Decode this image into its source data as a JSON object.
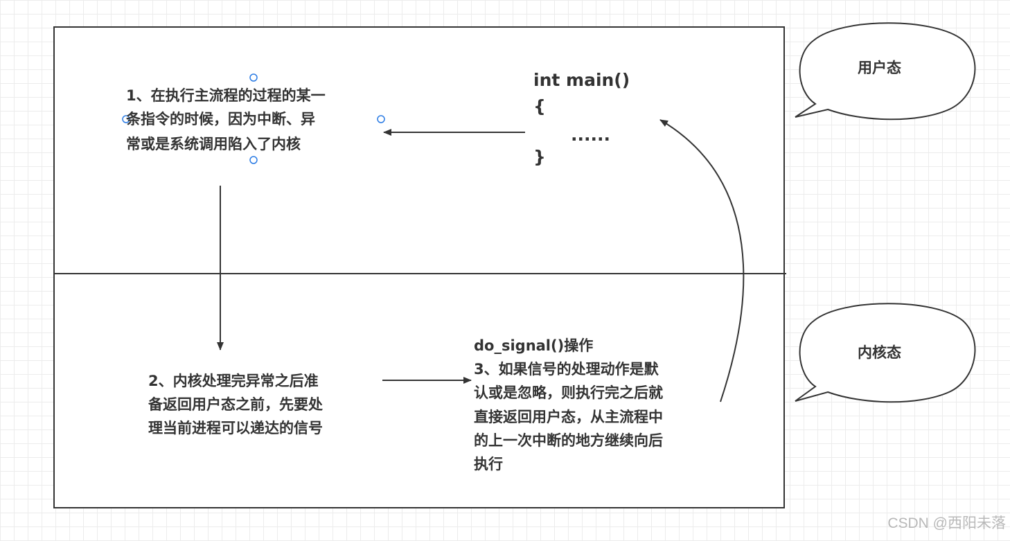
{
  "diagram": {
    "step1_lines": [
      "1、在执行主流程的过程的某一",
      "条指令的时候，因为中断、异",
      "常或是系统调用陷入了内核"
    ],
    "code_lines": [
      "int main()",
      "{",
      "......",
      "}"
    ],
    "step2_lines": [
      "2、内核处理完异常之后准",
      "备返回用户态之前，先要处",
      "理当前进程可以递达的信号"
    ],
    "step3_lines": [
      "do_signal()操作",
      "3、如果信号的处理动作是默",
      "认或是忽略，则执行完之后就",
      "直接返回用户态，从主流程中",
      "的上一次中断的地方继续向后",
      "执行"
    ],
    "user_mode_label": "用户态",
    "kernel_mode_label": "内核态"
  },
  "watermark": "CSDN @西阳未落",
  "colors": {
    "stroke": "#333333",
    "handle": "#2a7be4",
    "grid": "#ececec",
    "watermark": "#b8b8b8"
  }
}
